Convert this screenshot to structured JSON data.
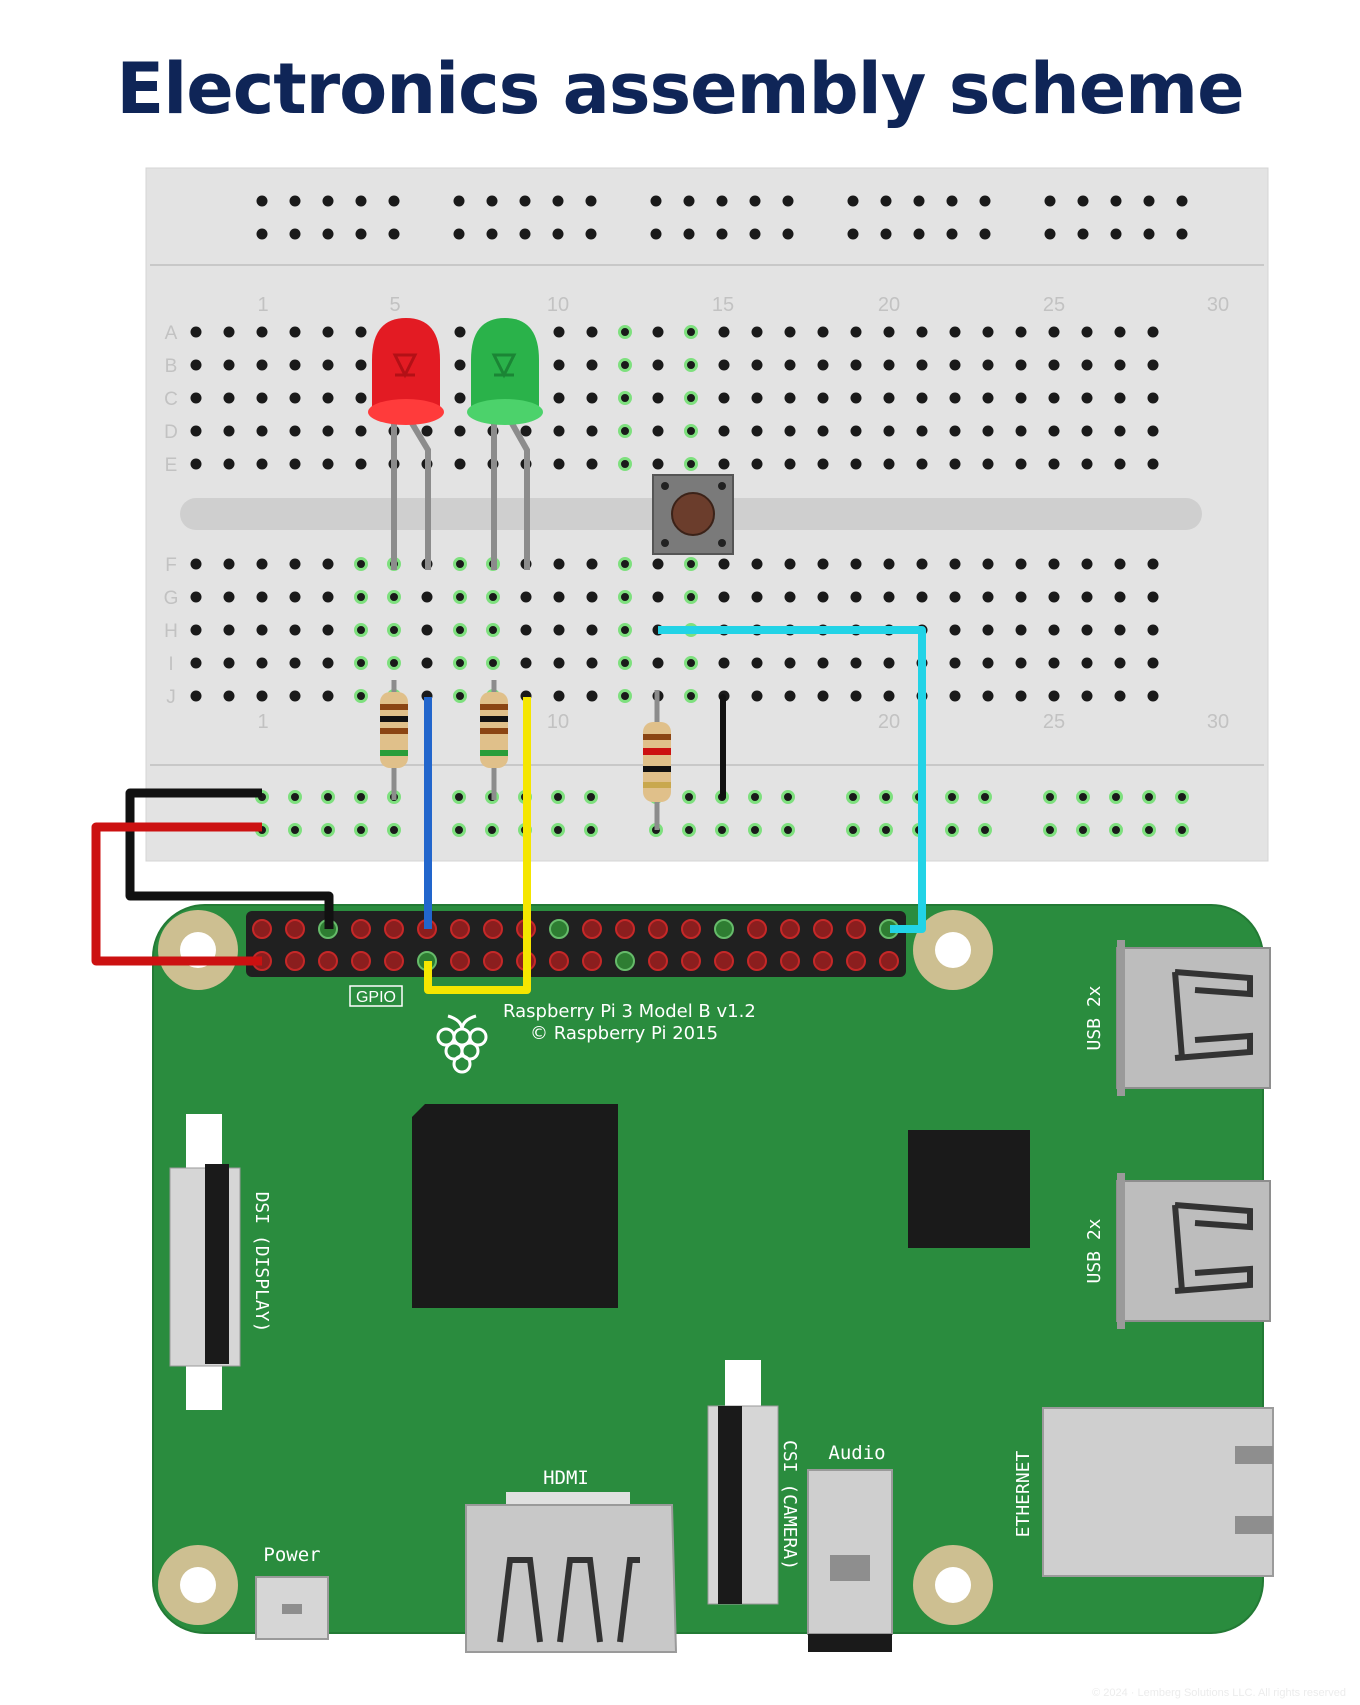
{
  "title": "Electronics assembly scheme",
  "breadboard": {
    "column_numbers": [
      "1",
      "5",
      "10",
      "15",
      "20",
      "25",
      "30"
    ],
    "row_letters": [
      "A",
      "B",
      "C",
      "D",
      "E",
      "F",
      "G",
      "H",
      "I",
      "J"
    ]
  },
  "board": {
    "gpio_label": "GPIO",
    "model_line": "Raspberry Pi 3 Model B v1.2",
    "copyright_line": "© Raspberry Pi 2015",
    "usb_label_top": "USB 2x",
    "usb_label_bottom": "USB 2x",
    "ethernet_label": "ETHERNET",
    "dsi_label": "DSI (DISPLAY)",
    "csi_label": "CSI (CAMERA)",
    "hdmi_label": "HDMI",
    "audio_label": "Audio",
    "power_label": "Power"
  },
  "components": {
    "led_1": "red-led",
    "led_2": "green-led",
    "button": "push-button",
    "resistors": 3
  },
  "wires": [
    {
      "name": "ground-wire",
      "color": "#111111"
    },
    {
      "name": "power-wire",
      "color": "#cc1111"
    },
    {
      "name": "red-led-wire",
      "color": "#2266cc"
    },
    {
      "name": "green-led-wire",
      "color": "#f5e600"
    },
    {
      "name": "button-wire",
      "color": "#22d3e6"
    }
  ],
  "colors": {
    "title": "#0f2557",
    "board": "#2a8c3e",
    "breadboard": "#e3e3e3"
  },
  "footer": "© 2024 · Lemberg Solutions LLC. All rights reserved"
}
